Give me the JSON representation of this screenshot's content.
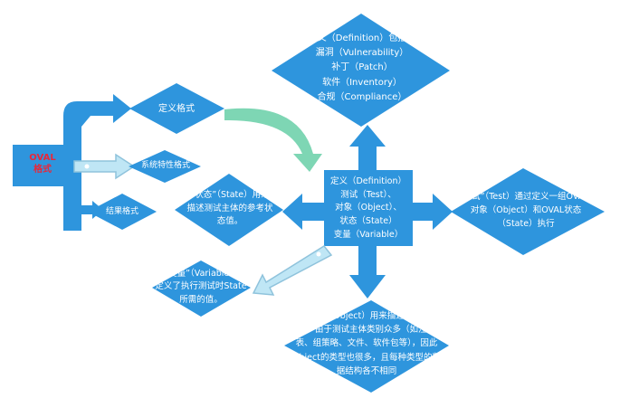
{
  "colors": {
    "diamond": "#2e95dd",
    "hub": "#2e95dd",
    "connector": "#2e95dd",
    "curved_arrow": "#7ed6b4",
    "hollow_arrow_fill": "#bfe6f5",
    "hollow_arrow_edge": "#8fc3dc",
    "oval_text": "#e8273a"
  },
  "nodes": {
    "oval_format": "OVAL\n格式",
    "definition_format": "定义格式",
    "system_char_format": "系统特性格式",
    "result_format": "结果格式",
    "definition_desc": "定义（Definition）包括：\n漏洞（Vulnerability）\n补丁（Patch）\n软件（Inventory）\n合规（Compliance）",
    "hub": "定义（Definition）\n测试（Test）、\n对象（Object）、\n状态（State）\n变量（Variable）",
    "state_desc": "“状态”（State）用来\n描述测试主体的参考状\n态值。",
    "test_desc": "测试”（Test）通过定义一组OVAL\n对象（Object）和OVAL状态\n（State）执行",
    "variable_desc": "“变量”（Variable）\n定义了执行测试时State\n所需的值。",
    "object_desc": "“对象”（Object）用来描述测试主\n体，由于测试主体类别众多（如注册\n表、组策略、文件、软件包等），因此\nObject的类型也很多，且每种类型的数\n据结构各不相同"
  }
}
